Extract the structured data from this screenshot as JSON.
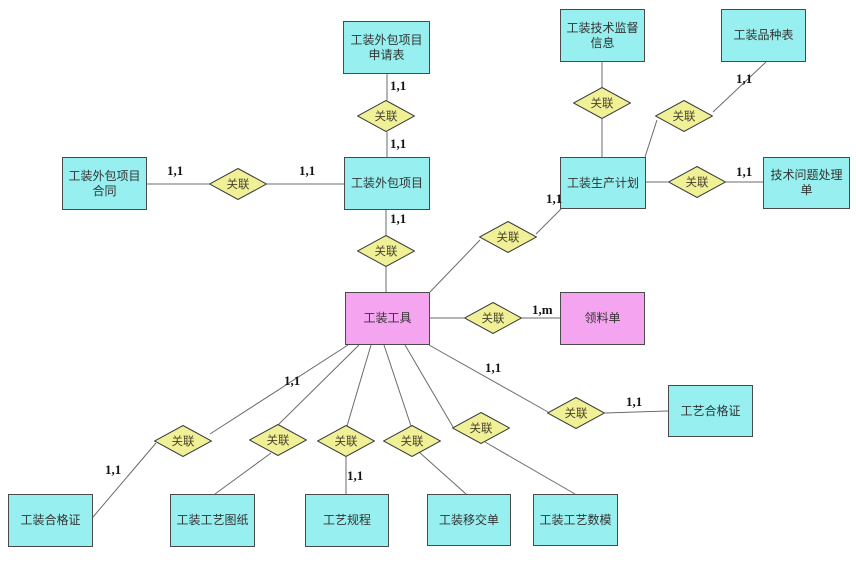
{
  "diagram": {
    "kind": "entity-relationship-diagram",
    "language": "zh-CN"
  },
  "colors": {
    "entity_fill": "#97efef",
    "entity_alt_fill": "#f5a4ef",
    "entity_border": "#4a4a4a",
    "entity_text": "#333333",
    "relation_fill": "#f0f096",
    "relation_border": "#3a3a3a",
    "relation_text": "#47402e",
    "line_color": "#6b6b6b",
    "cardinality_text": "#141414"
  },
  "entities": [
    {
      "label": "工装外包项目申请表",
      "kind": "entity"
    },
    {
      "label": "工装技术监督信息",
      "kind": "entity"
    },
    {
      "label": "工装品种表",
      "kind": "entity"
    },
    {
      "label": "工装外包项目合同",
      "kind": "entity"
    },
    {
      "label": "工装外包项目",
      "kind": "entity"
    },
    {
      "label": "工装生产计划",
      "kind": "entity"
    },
    {
      "label": "技术问题处理单",
      "kind": "entity"
    },
    {
      "label": "工装工具",
      "kind": "entity-highlight"
    },
    {
      "label": "领料单",
      "kind": "entity-highlight"
    },
    {
      "label": "工艺合格证",
      "kind": "entity"
    },
    {
      "label": "工装合格证",
      "kind": "entity"
    },
    {
      "label": "工装工艺图纸",
      "kind": "entity"
    },
    {
      "label": "工艺规程",
      "kind": "entity"
    },
    {
      "label": "工装移交单",
      "kind": "entity"
    },
    {
      "label": "工装工艺数模",
      "kind": "entity"
    }
  ],
  "relations": [
    {
      "label": "关联"
    },
    {
      "label": "关联"
    },
    {
      "label": "关联"
    },
    {
      "label": "关联"
    },
    {
      "label": "关联"
    },
    {
      "label": "关联"
    },
    {
      "label": "关联"
    },
    {
      "label": "关联"
    },
    {
      "label": "关联"
    },
    {
      "label": "关联"
    },
    {
      "label": "关联"
    },
    {
      "label": "关联"
    },
    {
      "label": "关联"
    },
    {
      "label": "关联"
    }
  ],
  "cardinalities": [
    {
      "text": "1,1"
    },
    {
      "text": "1,1"
    },
    {
      "text": "1,1"
    },
    {
      "text": "1,1"
    },
    {
      "text": "1,1"
    },
    {
      "text": "1,1"
    },
    {
      "text": "1,1"
    },
    {
      "text": "1,1"
    },
    {
      "text": "1,m"
    },
    {
      "text": "1,1"
    },
    {
      "text": "1,1"
    },
    {
      "text": "1,1"
    },
    {
      "text": "1,1"
    },
    {
      "text": "1,1"
    }
  ],
  "connections": [
    {
      "from": "工装外包项目申请表",
      "relation": "关联",
      "to": "工装外包项目",
      "labels": [
        "1,1",
        "1,1"
      ]
    },
    {
      "from": "工装外包项目合同",
      "relation": "关联",
      "to": "工装外包项目",
      "labels": [
        "1,1",
        "1,1"
      ]
    },
    {
      "from": "工装外包项目",
      "relation": "关联",
      "to": "工装工具",
      "labels": [
        "1,1"
      ]
    },
    {
      "from": "工装技术监督信息",
      "relation": "关联",
      "to": "工装生产计划",
      "labels": []
    },
    {
      "from": "工装品种表",
      "relation": "关联",
      "to": "工装生产计划",
      "labels": [
        "1,1"
      ]
    },
    {
      "from": "工装生产计划",
      "relation": "关联",
      "to": "技术问题处理单",
      "labels": [
        "1,1"
      ]
    },
    {
      "from": "工装工具",
      "relation": "关联",
      "to": "工装生产计划",
      "labels": [
        "1,1"
      ]
    },
    {
      "from": "工装工具",
      "relation": "关联",
      "to": "领料单",
      "labels": [
        "1,m"
      ]
    },
    {
      "from": "工装工具",
      "relation": "关联",
      "to": "工装合格证",
      "labels": [
        "1,1",
        "1,1"
      ]
    },
    {
      "from": "工装工具",
      "relation": "关联",
      "to": "工装工艺图纸",
      "labels": []
    },
    {
      "from": "工装工具",
      "relation": "关联",
      "to": "工艺规程",
      "labels": [
        "1,1"
      ]
    },
    {
      "from": "工装工具",
      "relation": "关联",
      "to": "工装移交单",
      "labels": []
    },
    {
      "from": "工装工具",
      "relation": "关联",
      "to": "工装工艺数模",
      "labels": []
    },
    {
      "from": "工装工具",
      "relation": "关联",
      "to": "工艺合格证",
      "labels": [
        "1,1",
        "1,1"
      ]
    }
  ]
}
